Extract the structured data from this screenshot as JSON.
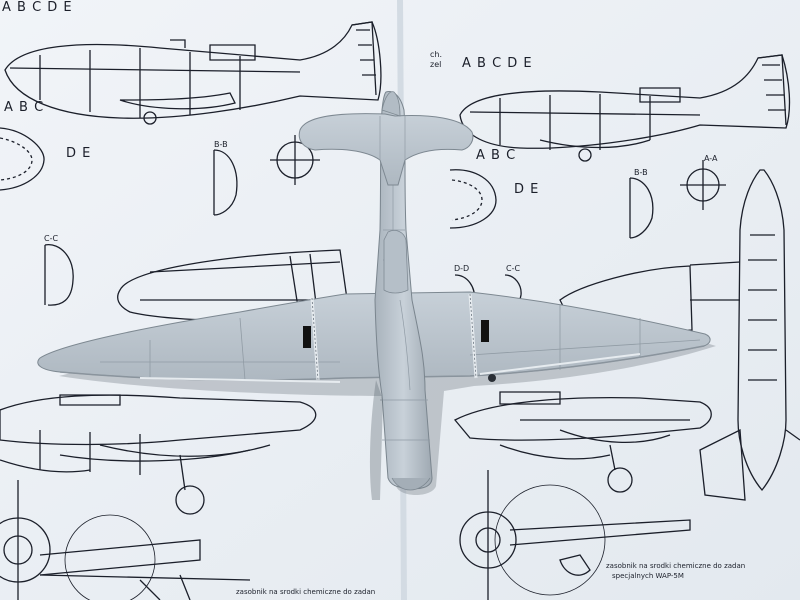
{
  "photo": {
    "subject": "model-aircraft-on-drawings",
    "colors": {
      "paper": "#eef2f7",
      "ink": "#1b1f2a",
      "model_grey": "#bcc6cf",
      "model_shadow": "#8f9aa4",
      "marking": "#111111"
    }
  },
  "drawing_labels": {
    "top_left_letters": "A B C     D     E",
    "mid_left_letters": "A B C",
    "left_d_e": "D     E",
    "right_prefix": "ch.",
    "right_prefix2": "zel",
    "right_letters": "A B C     D     E",
    "right_abc": "A B C",
    "right_d_e": "D     E",
    "section_bb_left": "B-B",
    "section_bb_right": "B-B",
    "section_aa": "A-A",
    "section_cc": "C-C",
    "section_dd": "D-D",
    "section_cc_right": "C-C",
    "caption_bottom_right_1": "zasobnik na srodki chemiczne do zadan",
    "caption_bottom_right_2": "specjalnych WAP-5M",
    "caption_bottom_left": "zasobnik na srodki chemiczne do zadan"
  }
}
